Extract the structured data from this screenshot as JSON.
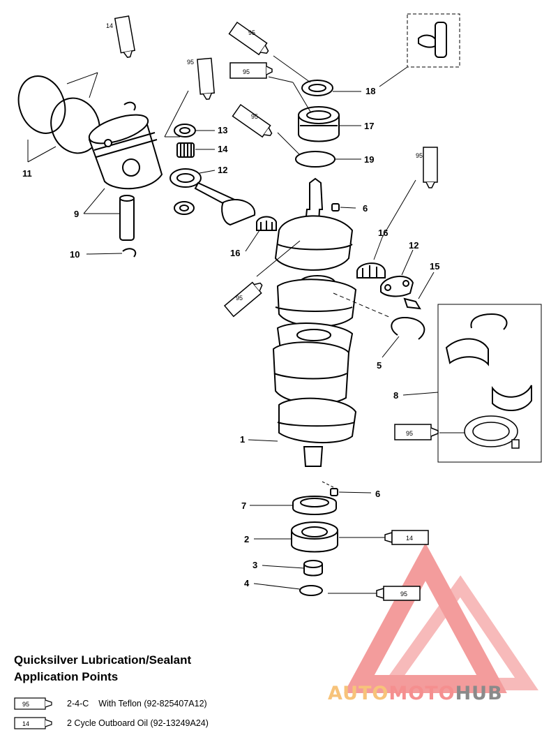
{
  "legend": {
    "title_line1": "Quicksilver Lubrication/Sealant",
    "title_line2": "Application Points",
    "items": [
      {
        "tube": "95",
        "code": "2-4-C",
        "text": "With Teflon (92-825407A12)"
      },
      {
        "tube": "14",
        "code": "",
        "text": "2 Cycle Outboard Oil (92-13249A24)"
      }
    ]
  },
  "tubes": {
    "a": "14",
    "b": "95",
    "c": "95",
    "d": "95",
    "e": "95",
    "f": "95",
    "g": "95",
    "h": "95",
    "i": "14",
    "j": "95"
  },
  "callouts": {
    "c1": "1",
    "c2": "2",
    "c3": "3",
    "c4": "4",
    "c5": "5",
    "c6a": "6",
    "c6b": "6",
    "c7": "7",
    "c8": "8",
    "c9": "9",
    "c10": "10",
    "c11": "11",
    "c12a": "12",
    "c12b": "12",
    "c13": "13",
    "c14": "14",
    "c15": "15",
    "c16a": "16",
    "c16b": "16",
    "c17": "17",
    "c18": "18",
    "c19": "19"
  },
  "watermark": {
    "part1": "AUTO",
    "part2": "MOTO",
    "part3": "HUB"
  },
  "colors": {
    "watermark_red": "#f28b8b",
    "watermark_orange": "#f7c37a",
    "watermark_gray": "#8a8a8a",
    "line": "#000000"
  }
}
